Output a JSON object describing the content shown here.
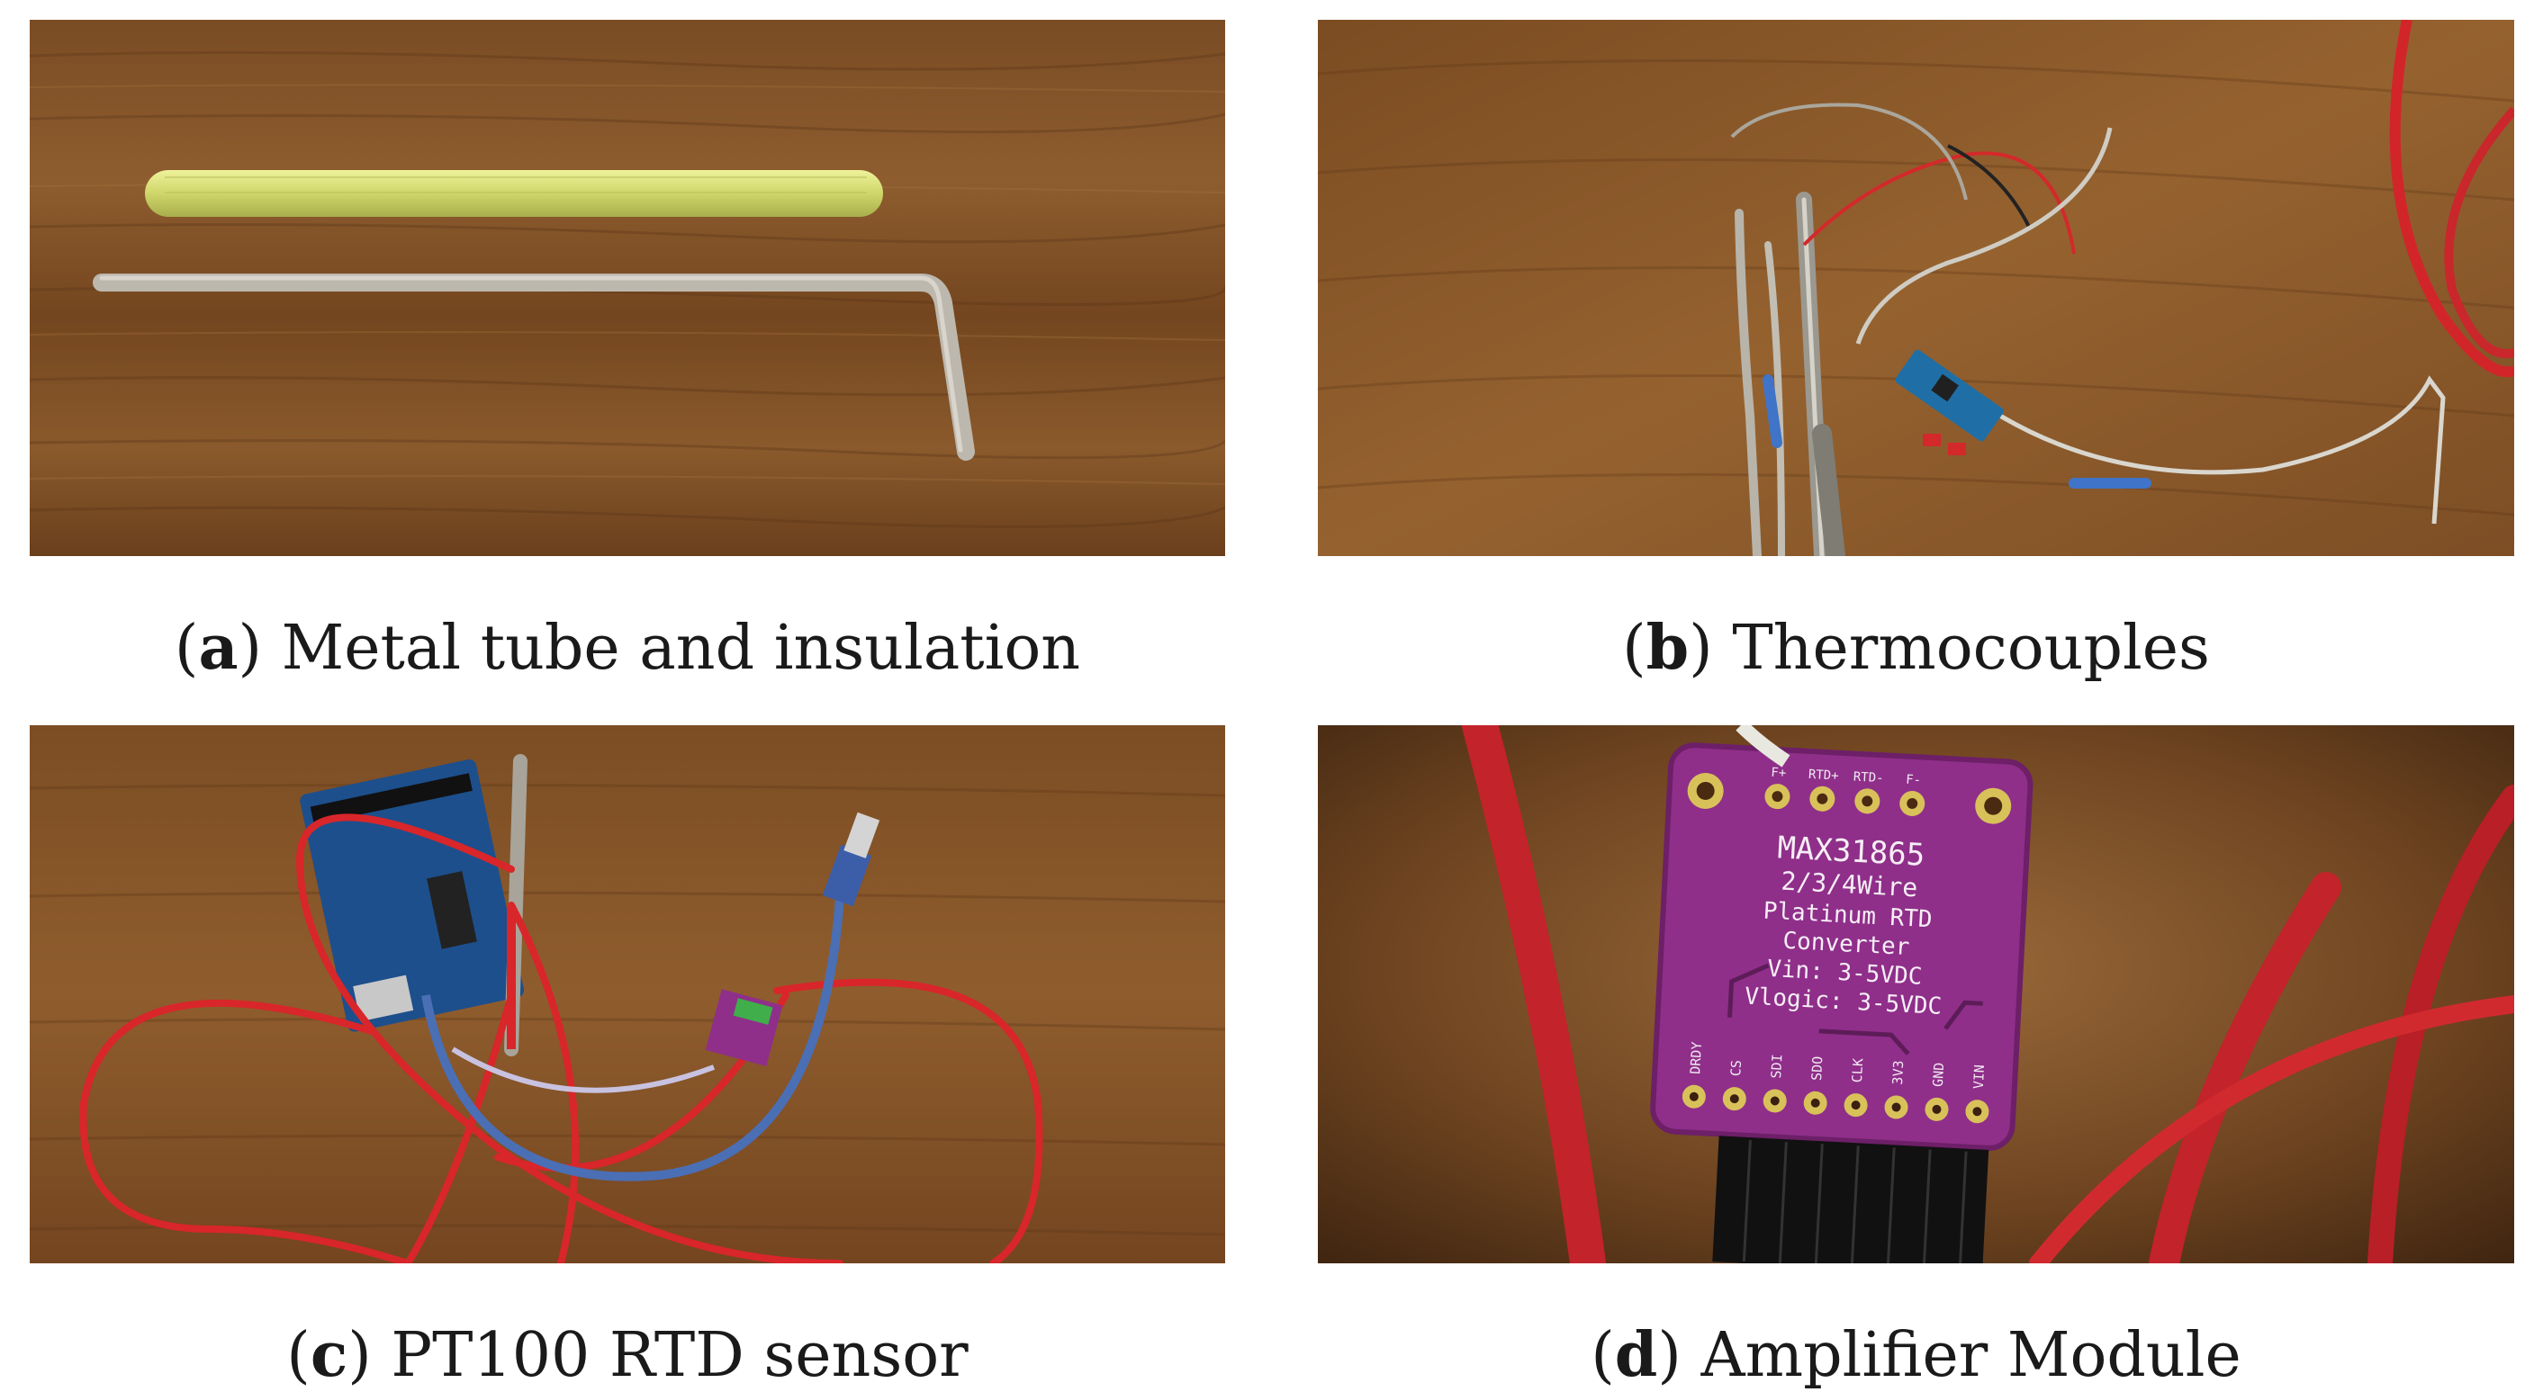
{
  "panels": [
    {
      "letter": "a",
      "caption": "Metal tube and insulation"
    },
    {
      "letter": "b",
      "caption": "Thermocouples"
    },
    {
      "letter": "c",
      "caption": "PT100 RTD sensor"
    },
    {
      "letter": "d",
      "caption": "Amplifier Module"
    }
  ],
  "board": {
    "pins_top": [
      "F+",
      "RTD+",
      "RTD-",
      "F-"
    ],
    "line1": "MAX31865",
    "line2": "2/3/4Wire",
    "line3": "Platinum RTD",
    "line4": "Converter",
    "line5": "Vin: 3-5VDC",
    "line6": "Vlogic: 3-5VDC",
    "pins_bottom": [
      "DRDY",
      "CS",
      "SDI",
      "SDO",
      "CLK",
      "3V3",
      "GND",
      "VIN"
    ]
  },
  "colors": {
    "wood_light": "#8a5a2e",
    "wood_dark": "#5e3717",
    "wire_red": "#d8262a",
    "usb_blue": "#4a6fb5",
    "board_purple": "#8f2f8a",
    "insulation_yellow": "#d9e07a",
    "steel": "#8c8880"
  }
}
